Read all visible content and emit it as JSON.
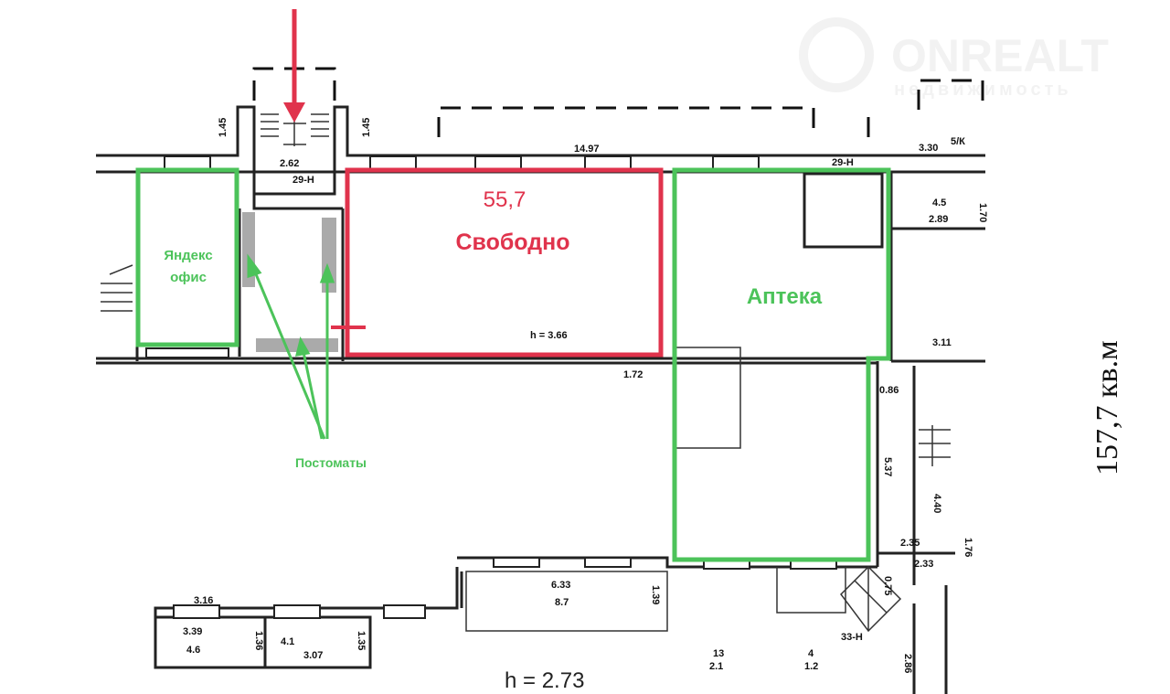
{
  "watermark": {
    "brand": "ONREALT",
    "subtitle": "недвижимость"
  },
  "free_unit": {
    "area": "55,7",
    "status": "Свободно",
    "height": "h = 3.66"
  },
  "pharmacy": {
    "label": "Аптека"
  },
  "yandex": {
    "line1": "Яндекс",
    "line2": "офис"
  },
  "postomats": {
    "label": "Постоматы"
  },
  "total_area": "157,7 кв.м",
  "floor_height": "h = 2.73",
  "dimensions": {
    "d1": "1.45",
    "d2": "1.45",
    "d3": "2.62",
    "d4": "29-Н",
    "d5": "14.97",
    "d6": "29-Н",
    "d7": "3.30",
    "d8": "5/К",
    "d9": "4.5",
    "d10": "2.89",
    "d11": "1.70",
    "d12": "1.72",
    "d13": "3.11",
    "d14": "0.86",
    "d15": "5.37",
    "d16": "4.40",
    "d17": "2.35",
    "d18": "1.76",
    "d19": "0.75",
    "d20": "2.33",
    "d21": "6.33",
    "d22": "8.7",
    "d23": "1.39",
    "d24": "3.16",
    "d25": "3.39",
    "d26": "4.6",
    "d27": "1.36",
    "d28": "4.1",
    "d29": "3.07",
    "d30": "1.35",
    "d31": "33-Н",
    "d32": "13",
    "d33": "2.1",
    "d34": "4",
    "d35": "1.2",
    "d36": "2.86"
  },
  "colors": {
    "free": "#e0334c",
    "occupied": "#4cc35a"
  }
}
